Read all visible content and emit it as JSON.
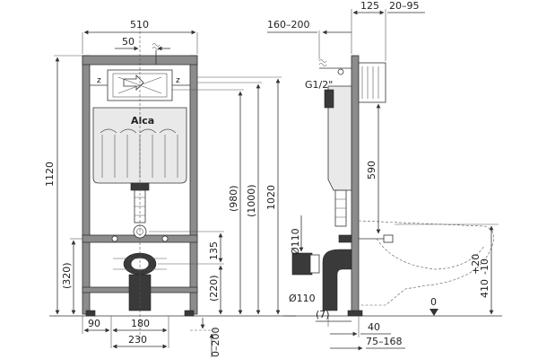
{
  "front_view": {
    "logo": "Alca",
    "dims": {
      "total_width": "510",
      "top_offset": "50",
      "height_total": "1120",
      "h_980": "(980)",
      "h_1000": "(1000)",
      "h_1020": "1020",
      "h_320": "(320)",
      "h_220": "(220)",
      "h_135": "135",
      "h_0_200": "0–200",
      "w_90": "90",
      "w_180": "180",
      "w_230": "230"
    }
  },
  "side_view": {
    "dims": {
      "d_160_200": "160–200",
      "d_125": "125",
      "d_20_95": "20–95",
      "thread": "G1/2\"",
      "h_590": "590",
      "pipe_110_a": "Ø110",
      "pipe_110_b": "Ø110",
      "d_7": "(7)",
      "d_40": "40",
      "d_75_168": "75–168",
      "h_410": "410",
      "tol_plus": "+20",
      "tol_minus": "-10",
      "zero": "0"
    }
  }
}
